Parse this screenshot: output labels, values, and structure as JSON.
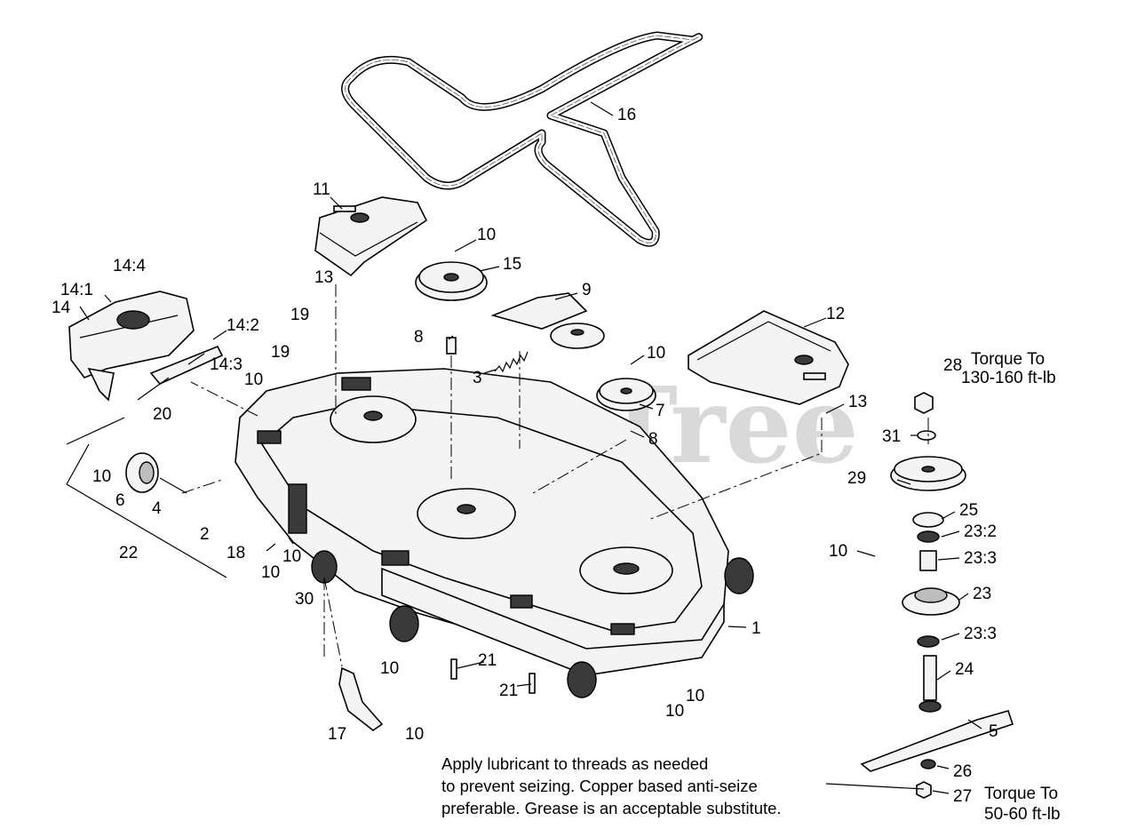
{
  "watermark": "PartsTree",
  "callouts": [
    {
      "id": "c16",
      "text": "16"
    },
    {
      "id": "c11",
      "text": "11"
    },
    {
      "id": "c10a",
      "text": "10"
    },
    {
      "id": "c15",
      "text": "15"
    },
    {
      "id": "c9",
      "text": "9"
    },
    {
      "id": "c12",
      "text": "12"
    },
    {
      "id": "c13a",
      "text": "13"
    },
    {
      "id": "c14_4",
      "text": "14:4"
    },
    {
      "id": "c14_1",
      "text": "14:1"
    },
    {
      "id": "c14",
      "text": "14"
    },
    {
      "id": "c14_2",
      "text": "14:2"
    },
    {
      "id": "c14_3",
      "text": "14:3"
    },
    {
      "id": "c19a",
      "text": "19"
    },
    {
      "id": "c19b",
      "text": "19"
    },
    {
      "id": "c10b",
      "text": "10"
    },
    {
      "id": "c8a",
      "text": "8"
    },
    {
      "id": "c3",
      "text": "3"
    },
    {
      "id": "c10c",
      "text": "10"
    },
    {
      "id": "c7",
      "text": "7"
    },
    {
      "id": "c8b",
      "text": "8"
    },
    {
      "id": "c13b",
      "text": "13"
    },
    {
      "id": "c20",
      "text": "20"
    },
    {
      "id": "c28",
      "text": "28"
    },
    {
      "id": "c31",
      "text": "31"
    },
    {
      "id": "c29",
      "text": "29"
    },
    {
      "id": "c25",
      "text": "25"
    },
    {
      "id": "c23_2",
      "text": "23:2"
    },
    {
      "id": "c10d",
      "text": "10"
    },
    {
      "id": "c23_3a",
      "text": "23:3"
    },
    {
      "id": "c23",
      "text": "23"
    },
    {
      "id": "c23_3b",
      "text": "23:3"
    },
    {
      "id": "c24",
      "text": "24"
    },
    {
      "id": "c5",
      "text": "5"
    },
    {
      "id": "c26",
      "text": "26"
    },
    {
      "id": "c27",
      "text": "27"
    },
    {
      "id": "c10e",
      "text": "10"
    },
    {
      "id": "c6",
      "text": "6"
    },
    {
      "id": "c4",
      "text": "4"
    },
    {
      "id": "c2",
      "text": "2"
    },
    {
      "id": "c18",
      "text": "18"
    },
    {
      "id": "c22",
      "text": "22"
    },
    {
      "id": "c10f",
      "text": "10"
    },
    {
      "id": "c10g",
      "text": "10"
    },
    {
      "id": "c30",
      "text": "30"
    },
    {
      "id": "c1",
      "text": "1"
    },
    {
      "id": "c21a",
      "text": "21"
    },
    {
      "id": "c21b",
      "text": "21"
    },
    {
      "id": "c10h",
      "text": "10"
    },
    {
      "id": "c10i",
      "text": "10"
    },
    {
      "id": "c10j",
      "text": "10"
    },
    {
      "id": "c17",
      "text": "17"
    },
    {
      "id": "c10k",
      "text": "10"
    }
  ],
  "torque_notes": {
    "top": [
      "Torque To",
      "130-160 ft-lb"
    ],
    "bottom": [
      "Torque To",
      "50-60 ft-lb"
    ]
  },
  "lubricant_note": [
    "Apply lubricant to threads as needed",
    "to prevent seizing. Copper based anti-seize",
    "preferable. Grease is an acceptable substitute."
  ]
}
